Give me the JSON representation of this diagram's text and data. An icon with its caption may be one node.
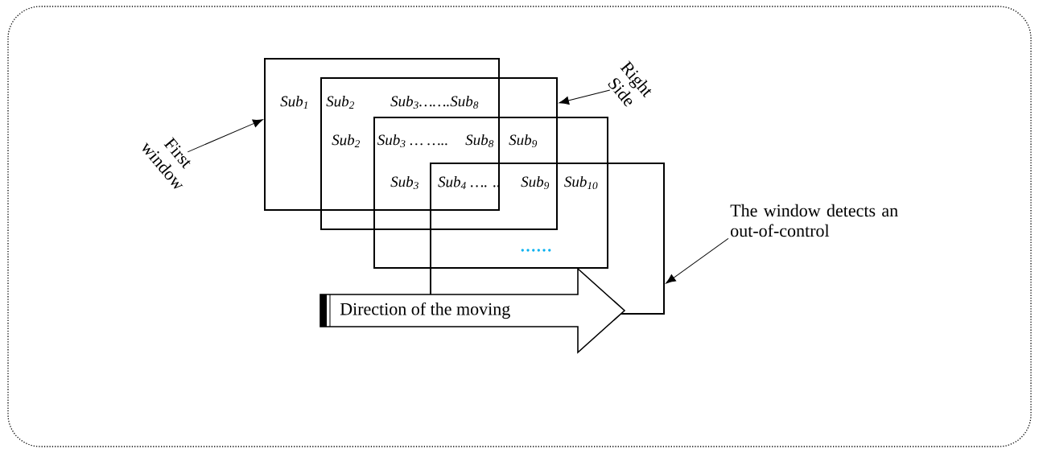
{
  "diagram": {
    "nodes": [
      {
        "text": [
          "First window"
        ]
      },
      {
        "text": [
          "Right Side"
        ]
      },
      {
        "text": [],
        "shape": "box"
      },
      {
        "text": [],
        "shape": "box"
      },
      {
        "text": [],
        "shape": "box"
      },
      {
        "text": [],
        "shape": "box"
      },
      {
        "text": [
          "The window detects an out-of-control"
        ]
      },
      {
        "text": [
          "Direction of the moving"
        ]
      }
    ],
    "edges": [
      {
        "from": 0,
        "to": 2,
        "arrow": "to"
      },
      {
        "from": 1,
        "to": 3,
        "arrow": "to"
      },
      {
        "from": 6,
        "to": 5,
        "arrow": "to"
      }
    ],
    "labels": [
      "Sub$_{1}$",
      "Sub$_{2}$",
      "Sub$_{3}$…….Sub$_{8}$",
      "Sub$_{2}$",
      "Sub$_{3}$ … …..",
      "Sub$_{8}$",
      "Sub$_{9}$",
      "Sub$_{3}$",
      "Sub$_{4}$ …. ..",
      "Sub$_{9}$",
      "Sub$_{10}$",
      "……"
    ]
  }
}
